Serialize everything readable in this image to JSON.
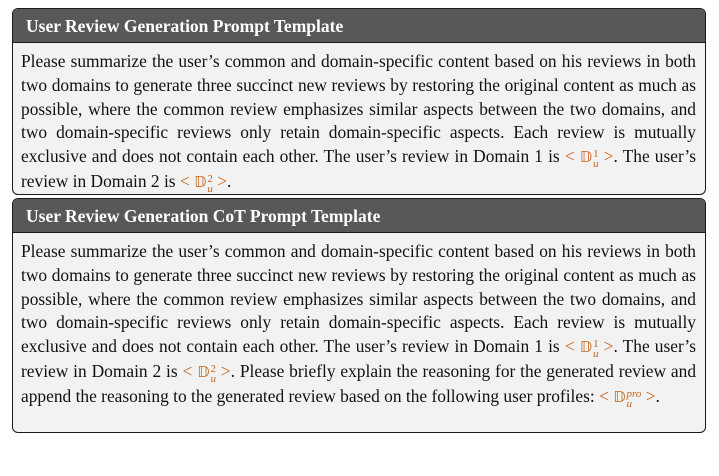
{
  "templates": [
    {
      "title": "User Review Generation Prompt Template",
      "body_parts": {
        "text1": "Please summarize the user’s common and domain-specific content based on his reviews in both two domains to generate three succinct new reviews by restoring the original content as much as possible, where the common review emphasizes similar aspects between the two domains, and two domain-specific reviews only retain domain-specific aspects. Each review is mutually exclusive and does not contain each other. The user’s review in Domain 1 is ",
        "var1": {
          "open": "< ",
          "symbol": "𝔻",
          "sup": "1",
          "sub": "u",
          "close": " >"
        },
        "text2": ". The user’s review in Domain 2 is ",
        "var2": {
          "open": "< ",
          "symbol": "𝔻",
          "sup": "2",
          "sub": "u",
          "close": " >"
        },
        "text3": "."
      }
    },
    {
      "title": "User Review Generation CoT Prompt Template",
      "body_parts": {
        "text1": "Please summarize the user’s common and domain-specific content based on his reviews in both two domains to generate three succinct new reviews by restoring the original content as much as possible, where the common review emphasizes similar aspects between the two domains, and two domain-specific reviews only retain domain-specific aspects. Each review is mutually exclusive and does not contain each other. The user’s review in Domain 1 is ",
        "var1": {
          "open": "< ",
          "symbol": "𝔻",
          "sup": "1",
          "sub": "u",
          "close": " >"
        },
        "text2": ". The user’s review in Domain 2 is ",
        "var2": {
          "open": "< ",
          "symbol": "𝔻",
          "sup": "2",
          "sub": "u",
          "close": " >"
        },
        "text3": ". Please briefly explain the reasoning for the generated review and append the reasoning to the generated review based on the following user profiles: ",
        "var3": {
          "open": "< ",
          "symbol": "𝔻",
          "sup": "pro",
          "sub": "u",
          "close": " >"
        },
        "text4": "."
      }
    }
  ],
  "colors": {
    "header_bg": "#585858",
    "header_text": "#ffffff",
    "body_bg": "#f2f2f2",
    "border": "#1a1a1a",
    "variable": "#c8641e"
  }
}
